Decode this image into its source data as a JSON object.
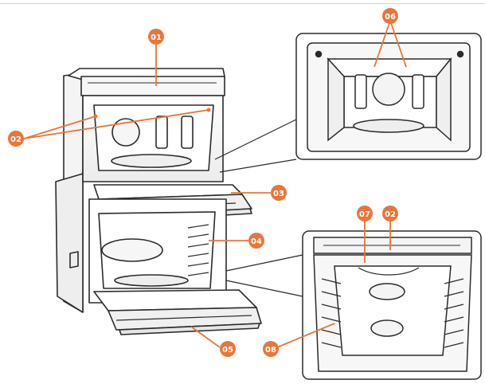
{
  "colors": {
    "accent": "#e8763a",
    "line": "#2b2b2b",
    "fill_light": "#f2f2f2",
    "fill_mid": "#d9d9d9"
  },
  "callouts": {
    "c01": "01",
    "c02a": "02",
    "c03": "03",
    "c04": "04",
    "c05": "05",
    "c06": "06",
    "c07": "07",
    "c02b": "02",
    "c08": "08"
  }
}
